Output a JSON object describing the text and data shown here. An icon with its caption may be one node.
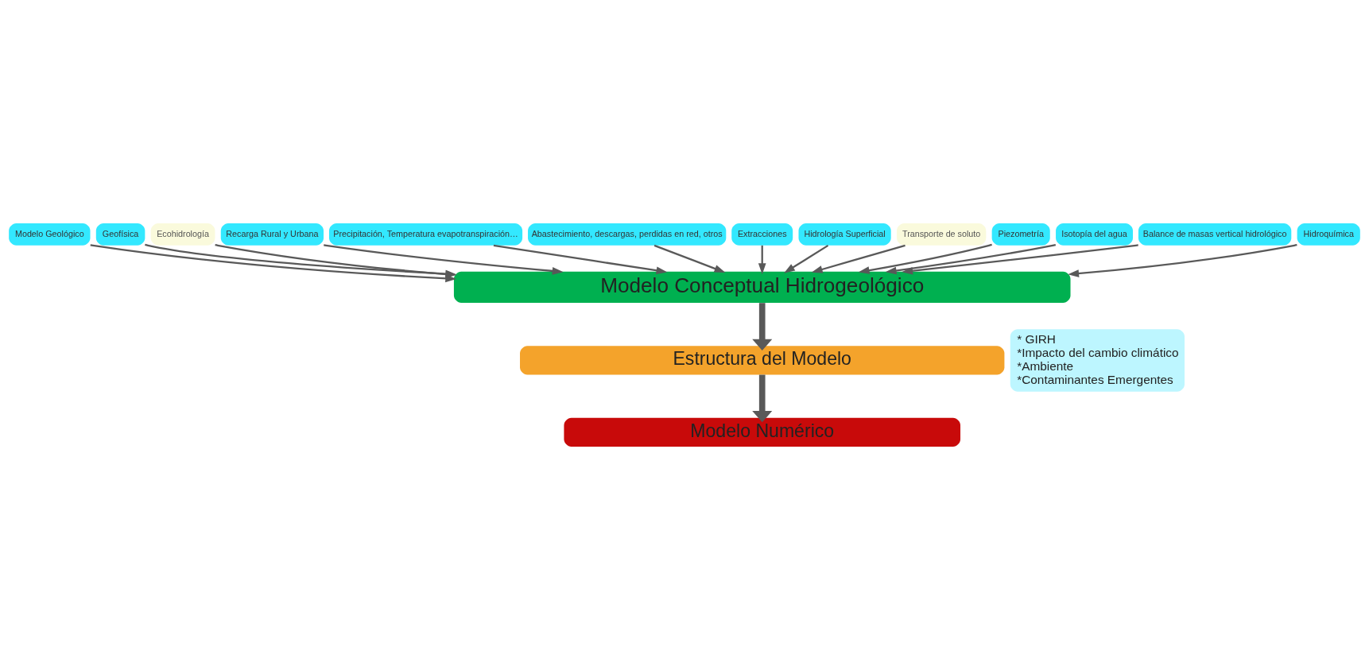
{
  "diagram": {
    "nodes": [
      {
        "text": [
          "Modelo Geológico"
        ]
      },
      {
        "text": [
          "Geofísica"
        ]
      },
      {
        "text": [
          "Ecohidrología"
        ]
      },
      {
        "text": [
          "Recarga Rural y Urbana"
        ]
      },
      {
        "text": [
          "Precipitación, Temperatura evapotranspiración…"
        ]
      },
      {
        "text": [
          "Abastecimiento, descargas, perdidas en red, otros"
        ]
      },
      {
        "text": [
          "Extracciones"
        ]
      },
      {
        "text": [
          "Hidrología Superficial"
        ]
      },
      {
        "text": [
          "Transporte de soluto"
        ]
      },
      {
        "text": [
          "Piezometría"
        ]
      },
      {
        "text": [
          "Isotopía del agua"
        ]
      },
      {
        "text": [
          "Balance de masas vertical hidrológico"
        ]
      },
      {
        "text": [
          "Hidroquímica"
        ]
      },
      {
        "text": [
          "Modelo Conceptual Hidrogeológico"
        ]
      },
      {
        "text": [
          "Estructura del Modelo"
        ]
      },
      {
        "text": [
          "Modelo Numérico"
        ]
      },
      {
        "text": [
          "* GIRH",
          "*Impacto del cambio climático",
          "*Ambiente",
          "*Contaminantes Emergentes"
        ]
      }
    ],
    "edges": [
      {
        "from": 0,
        "to": 13,
        "arrow": "to"
      },
      {
        "from": 1,
        "to": 13,
        "arrow": "to"
      },
      {
        "from": 2,
        "to": 13,
        "arrow": "to"
      },
      {
        "from": 3,
        "to": 13,
        "arrow": "to"
      },
      {
        "from": 4,
        "to": 13,
        "arrow": "to"
      },
      {
        "from": 5,
        "to": 13,
        "arrow": "to"
      },
      {
        "from": 6,
        "to": 13,
        "arrow": "to"
      },
      {
        "from": 7,
        "to": 13,
        "arrow": "to"
      },
      {
        "from": 8,
        "to": 13,
        "arrow": "to"
      },
      {
        "from": 9,
        "to": 13,
        "arrow": "to"
      },
      {
        "from": 10,
        "to": 13,
        "arrow": "to"
      },
      {
        "from": 11,
        "to": 13,
        "arrow": "to"
      },
      {
        "from": 12,
        "to": 13,
        "arrow": "to"
      },
      {
        "from": 13,
        "to": 14,
        "arrow": "to",
        "style": "thick"
      },
      {
        "from": 14,
        "to": 15,
        "arrow": "to",
        "style": "thick"
      }
    ]
  }
}
